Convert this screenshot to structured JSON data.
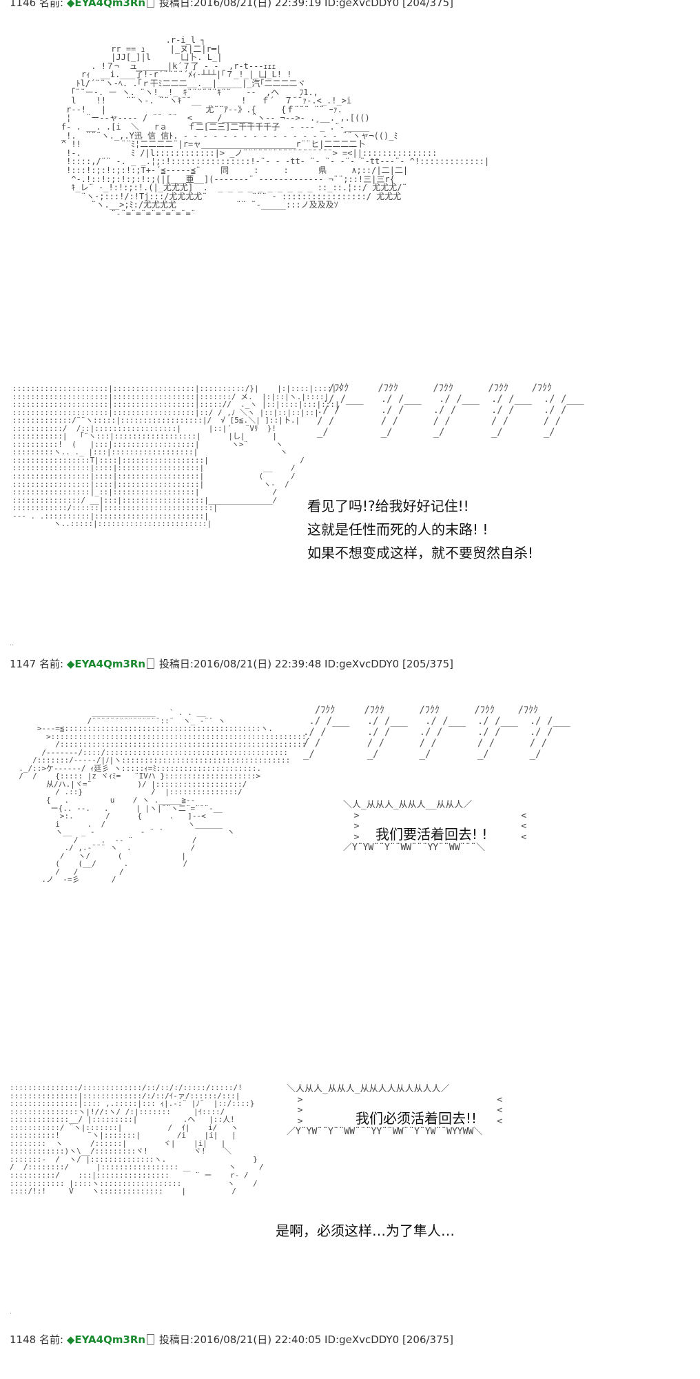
{
  "posts": [
    {
      "number": "1146",
      "name_label": "名前:",
      "trip": "◆EYA4Qm3Rn",
      "date_label": "投稿日:",
      "date": "2016/08/21(日) 22:39:19",
      "id": "ID:geXvcDDY0",
      "count": "[204/375]"
    },
    {
      "number": "1147",
      "name_label": "名前:",
      "trip": "◆EYA4Qm3Rn",
      "date_label": "投稿日:",
      "date": "2016/08/21(日) 22:39:48",
      "id": "ID:geXvcDDY0",
      "count": "[205/375]"
    },
    {
      "number": "1148",
      "name_label": "名前:",
      "trip": "◆EYA4Qm3Rn",
      "date_label": "投稿日:",
      "date": "2016/08/21(日) 22:40:05",
      "id": "ID:geXvcDDY0",
      "count": "[206/375]"
    }
  ],
  "tank_labels": {
    "kanji_row": "迅 信 信",
    "plate": "[二二三]二千千千千子",
    "unit": "同  :  :  県",
    "name": "亜"
  },
  "dialogue_1": {
    "line1": "看见了吗!?给我好好记住!!",
    "line2": "这就是任性而死的人的末路!  !",
    "line3": "如果不想变成这样，就不要贸然自杀!"
  },
  "shout_1": "我们要活着回去!  !",
  "shout_2": "我们必须活着回去!!",
  "reply": "是啊，必须这样…为了隼人…",
  "sfx_token": "/ﾌｸｸ"
}
